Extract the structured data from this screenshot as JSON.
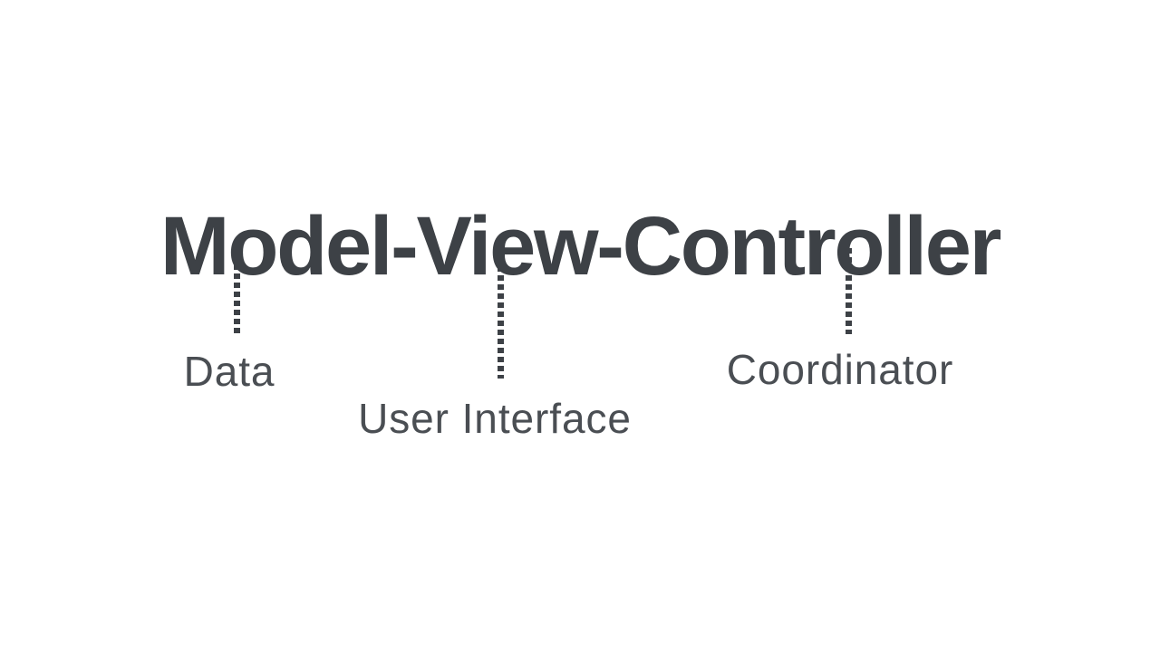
{
  "title": "Model-View-Controller",
  "colors": {
    "title": "#3d4146",
    "label": "#4a4e53",
    "connector": "#3d4146",
    "background": "#ffffff"
  },
  "annotations": [
    {
      "points_to": "Model",
      "label": "Data"
    },
    {
      "points_to": "View",
      "label": "User Interface"
    },
    {
      "points_to": "Controller",
      "label": "Coordinator"
    }
  ]
}
